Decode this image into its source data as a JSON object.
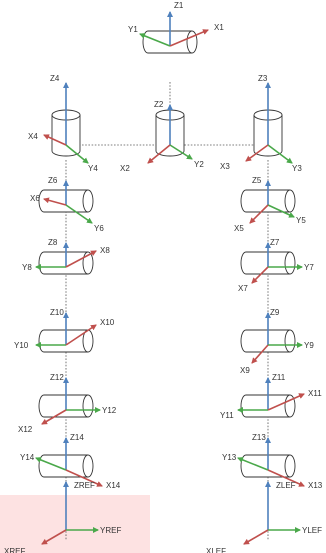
{
  "colors": {
    "x_axis": "#c0504d",
    "y_axis": "#4aa84a",
    "z_axis": "#4f81bd",
    "outline": "#333333",
    "link": "#555555",
    "highlight": "#fde2e2"
  },
  "frames": [
    {
      "id": "1",
      "x": "X1",
      "y": "Y1",
      "z": "Z1"
    },
    {
      "id": "2",
      "x": "X2",
      "y": "Y2",
      "z": "Z2"
    },
    {
      "id": "3",
      "x": "X3",
      "y": "Y3",
      "z": "Z3"
    },
    {
      "id": "4",
      "x": "X4",
      "y": "Y4",
      "z": "Z4"
    },
    {
      "id": "5",
      "x": "X5",
      "y": "Y5",
      "z": "Z5"
    },
    {
      "id": "6",
      "x": "X6",
      "y": "Y6",
      "z": "Z6"
    },
    {
      "id": "7",
      "x": "X7",
      "y": "Y7",
      "z": "Z7"
    },
    {
      "id": "8",
      "x": "X8",
      "y": "Y8",
      "z": "Z8"
    },
    {
      "id": "9",
      "x": "X9",
      "y": "Y9",
      "z": "Z9"
    },
    {
      "id": "10",
      "x": "X10",
      "y": "Y10",
      "z": "Z10"
    },
    {
      "id": "11",
      "x": "X11",
      "y": "Y11",
      "z": "Z11"
    },
    {
      "id": "12",
      "x": "X12",
      "y": "Y12",
      "z": "Z12"
    },
    {
      "id": "13",
      "x": "X13",
      "y": "Y13",
      "z": "Z13"
    },
    {
      "id": "14",
      "x": "X14",
      "y": "Y14",
      "z": "Z14"
    },
    {
      "id": "ref",
      "x": "XREF",
      "y": "YREF",
      "z": "ZREF"
    },
    {
      "id": "lef",
      "x": "XLEF",
      "y": "YLEF",
      "z": "ZLEF"
    }
  ]
}
